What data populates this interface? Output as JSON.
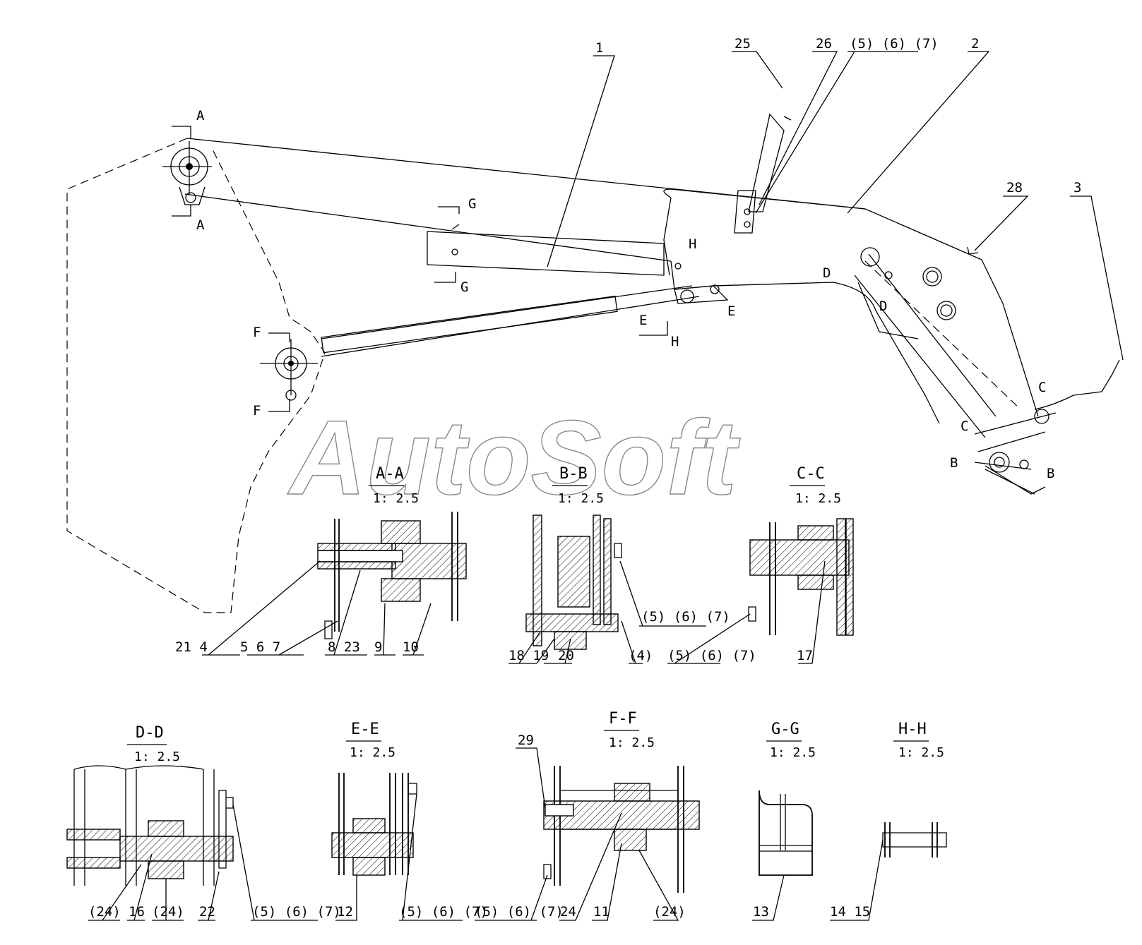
{
  "watermark": "AutoSoft",
  "callouts": [
    {
      "id": "c25",
      "text": "25"
    },
    {
      "id": "c26",
      "text": "26"
    },
    {
      "id": "c567top",
      "text": "(5) (6) (7)"
    },
    {
      "id": "c1",
      "text": "1"
    },
    {
      "id": "c2",
      "text": "2"
    },
    {
      "id": "c28",
      "text": "28"
    },
    {
      "id": "c3",
      "text": "3"
    },
    {
      "id": "cAA1",
      "text": "21  4"
    },
    {
      "id": "cAA2",
      "text": "5  6  7"
    },
    {
      "id": "cAA3",
      "text": "8  23"
    },
    {
      "id": "cAA4",
      "text": "9"
    },
    {
      "id": "cAA5",
      "text": "10"
    },
    {
      "id": "cBB1",
      "text": "18  19"
    },
    {
      "id": "cBB2",
      "text": "20"
    },
    {
      "id": "cBB3",
      "text": "(4)"
    },
    {
      "id": "cBB4",
      "text": "(5) (6) (7)"
    },
    {
      "id": "cCC1",
      "text": "(5) (6) (7)"
    },
    {
      "id": "cCC2",
      "text": "17"
    },
    {
      "id": "cDD1",
      "text": "(24)"
    },
    {
      "id": "cDD2",
      "text": "16"
    },
    {
      "id": "cDD3",
      "text": "(24)"
    },
    {
      "id": "cDD4",
      "text": "22"
    },
    {
      "id": "cDD5",
      "text": "(5) (6) (7)"
    },
    {
      "id": "cEE1",
      "text": "12"
    },
    {
      "id": "cEE2",
      "text": "(5) (6) (7)"
    },
    {
      "id": "cFF1",
      "text": "29"
    },
    {
      "id": "cFF2",
      "text": "(5) (6) (7)"
    },
    {
      "id": "cFF3",
      "text": "24"
    },
    {
      "id": "cFF4",
      "text": "11"
    },
    {
      "id": "cFF5",
      "text": "(24)"
    },
    {
      "id": "cGG1",
      "text": "13"
    },
    {
      "id": "cHH1",
      "text": "14  15"
    }
  ],
  "section_markers": {
    "A": "A",
    "B": "B",
    "C": "C",
    "D": "D",
    "E": "E",
    "F": "F",
    "G": "G",
    "H": "H"
  },
  "sections": [
    {
      "id": "AA",
      "title": "A-A",
      "scale": "1: 2.5"
    },
    {
      "id": "BB",
      "title": "B-B",
      "scale": "1: 2.5"
    },
    {
      "id": "CC",
      "title": "C-C",
      "scale": "1: 2.5"
    },
    {
      "id": "DD",
      "title": "D-D",
      "scale": "1: 2.5"
    },
    {
      "id": "EE",
      "title": "E-E",
      "scale": "1: 2.5"
    },
    {
      "id": "FF",
      "title": "F-F",
      "scale": "1: 2.5"
    },
    {
      "id": "GG",
      "title": "G-G",
      "scale": "1: 2.5"
    },
    {
      "id": "HH",
      "title": "H-H",
      "scale": "1: 2.5"
    }
  ]
}
